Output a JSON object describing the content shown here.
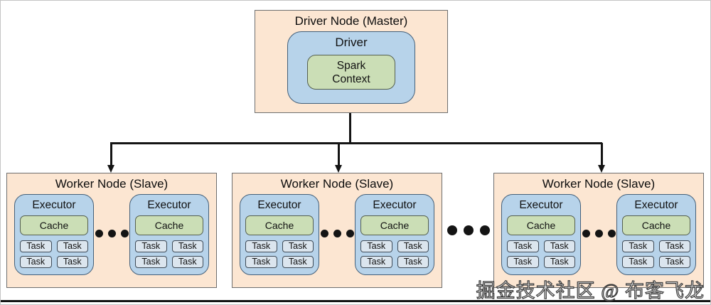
{
  "diagram": {
    "driver_node": {
      "title": "Driver Node (Master)",
      "driver_label": "Driver",
      "spark_context_lines": [
        "Spark",
        "Context"
      ]
    },
    "workers": [
      {
        "title": "Worker Node (Slave)",
        "executors": [
          {
            "label": "Executor",
            "cache_label": "Cache",
            "tasks": [
              "Task",
              "Task",
              "Task",
              "Task"
            ]
          },
          {
            "label": "Executor",
            "cache_label": "Cache",
            "tasks": [
              "Task",
              "Task",
              "Task",
              "Task"
            ]
          }
        ]
      },
      {
        "title": "Worker Node (Slave)",
        "executors": [
          {
            "label": "Executor",
            "cache_label": "Cache",
            "tasks": [
              "Task",
              "Task",
              "Task",
              "Task"
            ]
          },
          {
            "label": "Executor",
            "cache_label": "Cache",
            "tasks": [
              "Task",
              "Task",
              "Task",
              "Task"
            ]
          }
        ]
      },
      {
        "title": "Worker Node (Slave)",
        "executors": [
          {
            "label": "Executor",
            "cache_label": "Cache",
            "tasks": [
              "Task",
              "Task",
              "Task",
              "Task"
            ]
          },
          {
            "label": "Executor",
            "cache_label": "Cache",
            "tasks": [
              "Task",
              "Task",
              "Task",
              "Task"
            ]
          }
        ]
      }
    ],
    "watermark": "掘金技术社区 @ 布客飞龙",
    "colors": {
      "node_fill": "#fce6d2",
      "node_border": "#6e6e6e",
      "container_fill": "#b7d3ea",
      "container_border": "#44607a",
      "cache_fill": "#cbdeb6",
      "cache_border": "#55604f",
      "task_fill": "#dbe5ee",
      "task_border": "#3e4a56",
      "connector": "#141414"
    }
  }
}
